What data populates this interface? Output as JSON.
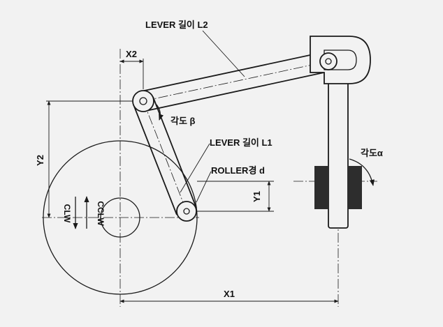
{
  "labels": {
    "lever_l2": "LEVER 길이 L2",
    "lever_l1": "LEVER 길이 L1",
    "roller": "ROLLER경 d",
    "angle_beta": "각도 β",
    "angle_alpha": "각도α",
    "x1": "X1",
    "x2": "X2",
    "y1": "Y1",
    "y2": "Y2",
    "clw": "CLW",
    "cclw": "CCLW"
  },
  "colors": {
    "ink": "#1a1a1a",
    "shade": "#9a9a9a",
    "block": "#2d2d2d",
    "background": "#f2f2f2"
  }
}
